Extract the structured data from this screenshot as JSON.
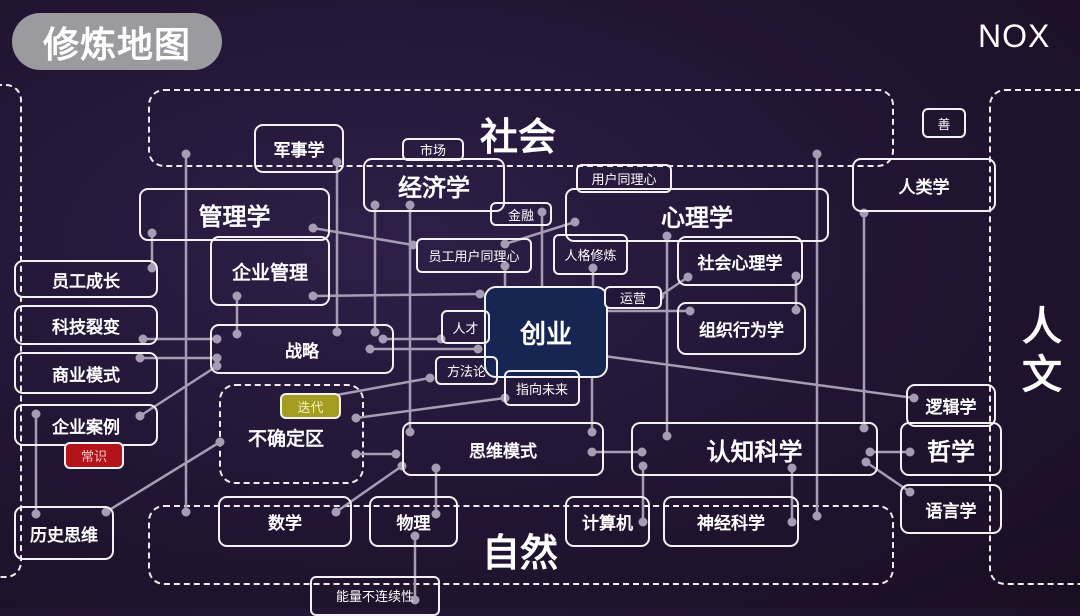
{
  "header": {
    "title": "修炼地图",
    "logo": "NOX"
  },
  "regions": {
    "society": "社会",
    "nature": "自然",
    "humanities_1": "人",
    "humanities_2": "文",
    "uncertain": "不确定区"
  },
  "colors": {
    "center_fill": "#172553",
    "iterate_fill": "#a39c1e",
    "common_sense_fill": "#b3141a",
    "link": "#a59db3"
  },
  "nodes": {
    "good": "善",
    "military": "军事学",
    "market": "市场",
    "economics": "经济学",
    "management": "管理学",
    "finance": "金融",
    "user_empathy": "用户同理心",
    "psychology": "心理学",
    "anthropology": "人类学",
    "employee_user_empathy": "员工用户同理心",
    "enterprise_mgmt": "企业管理",
    "personality": "人格修炼",
    "social_psych": "社会心理学",
    "employee_growth": "员工成长",
    "startup": "创业",
    "operations": "运营",
    "talent": "人才",
    "org_behavior": "组织行为学",
    "tech_fission": "科技裂变",
    "strategy": "战略",
    "business_model": "商业模式",
    "methodology": "方法论",
    "future": "指向未来",
    "iterate": "迭代",
    "logic": "逻辑学",
    "case_study": "企业案例",
    "common_sense": "常识",
    "thinking_model": "思维模式",
    "cognitive_science": "认知科学",
    "philosophy": "哲学",
    "linguistics": "语言学",
    "history_thinking": "历史思维",
    "math": "数学",
    "physics": "物理",
    "computer": "计算机",
    "neuroscience": "神经科学",
    "energy_discontinuity": "能量不连续性"
  }
}
